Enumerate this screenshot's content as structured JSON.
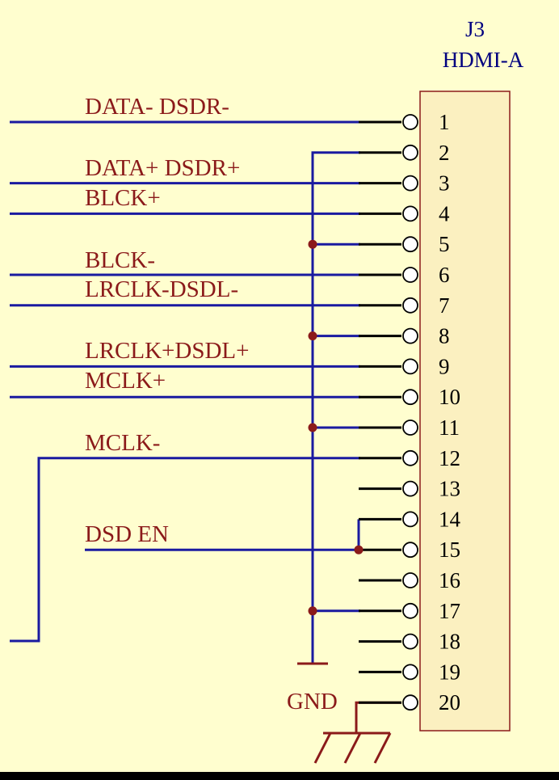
{
  "colors": {
    "background": "#fffecf",
    "wire": "#1a1aa0",
    "text_label": "#8b1a1a",
    "part_text": "#00007f",
    "connector_fill": "#fbf0c0",
    "connector_border": "#8b1a1a",
    "junction": "#8b1a1a",
    "pin_line": "#000000"
  },
  "connector": {
    "designator": "J3",
    "part": "HDMI-A",
    "pins": [
      "1",
      "2",
      "3",
      "4",
      "5",
      "6",
      "7",
      "8",
      "9",
      "10",
      "11",
      "12",
      "13",
      "14",
      "15",
      "16",
      "17",
      "18",
      "19",
      "20"
    ]
  },
  "net_labels": {
    "data_minus": "DATA- DSDR-",
    "data_plus": "DATA+ DSDR+",
    "blck_plus": "BLCK+",
    "blck_minus": "BLCK-",
    "lrclk_minus": "LRCLK-DSDL-",
    "lrclk_plus": "LRCLK+DSDL+",
    "mclk_plus": "MCLK+",
    "mclk_minus": "MCLK-",
    "dsd_en": "DSD EN",
    "gnd": "GND"
  }
}
